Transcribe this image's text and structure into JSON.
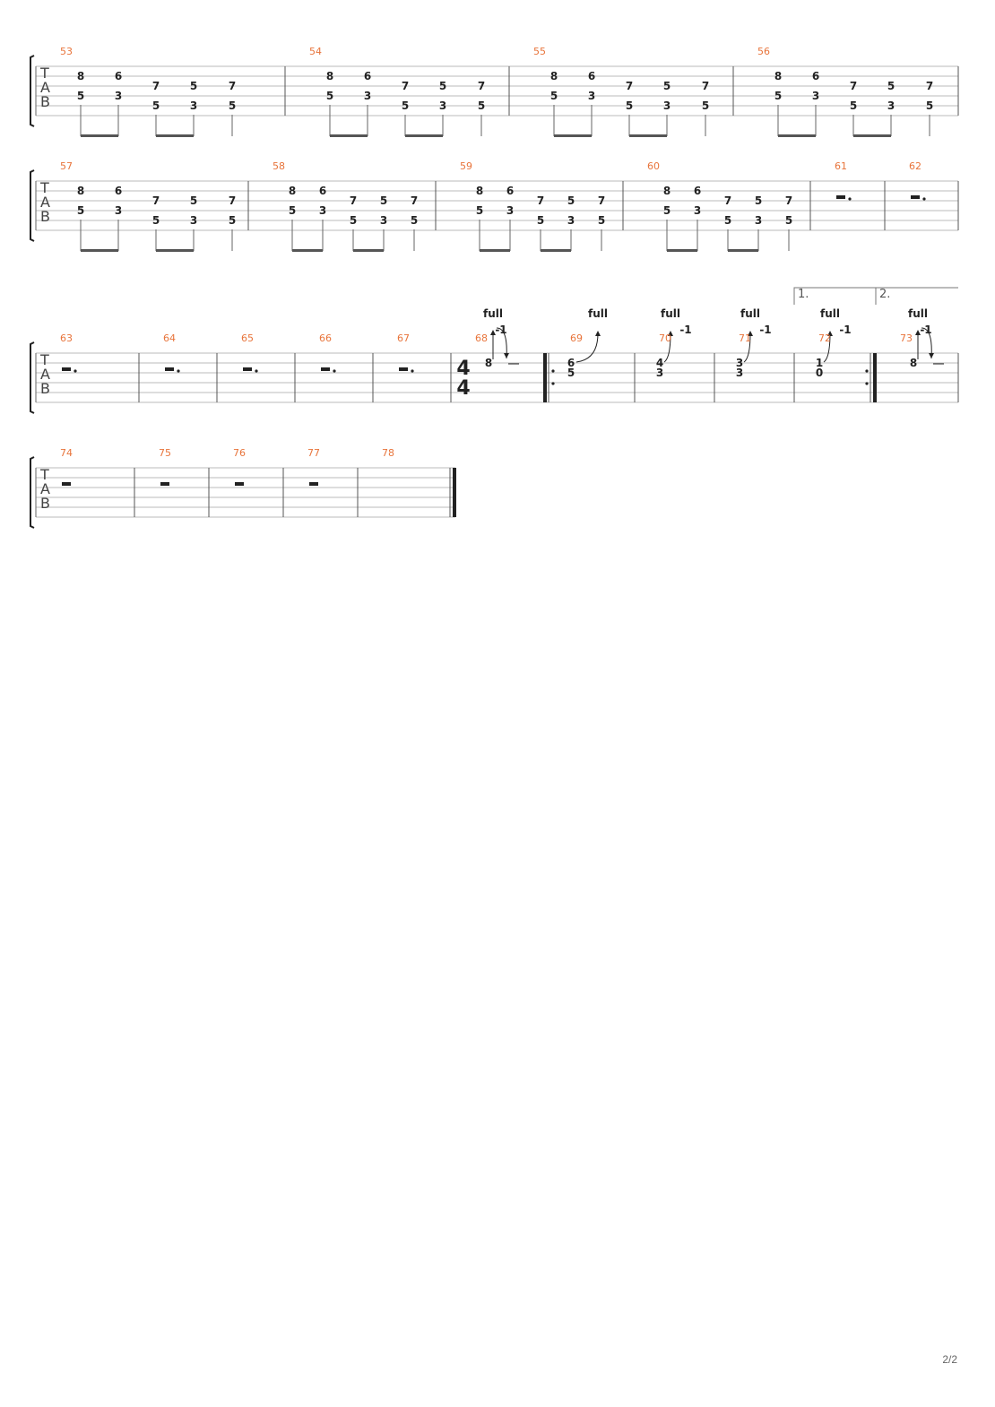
{
  "page": {
    "number": "2/2"
  },
  "tab_clef": [
    "T",
    "A",
    "B"
  ],
  "time_signature": {
    "numerator": "4",
    "denominator": "4",
    "at_measure": "68"
  },
  "voltas": [
    {
      "label": "1.",
      "measure": "72"
    },
    {
      "label": "2.",
      "measure": "73"
    }
  ],
  "repeat": {
    "start_measure": "69",
    "end_measure": "72"
  },
  "riff_pattern": {
    "note_value": "eighth",
    "notes": [
      {
        "string": 2,
        "fret": "8"
      },
      {
        "string": 4,
        "fret": "5"
      },
      {
        "string": 2,
        "fret": "6"
      },
      {
        "string": 4,
        "fret": "3"
      },
      {
        "string": 3,
        "fret": "7"
      },
      {
        "string": 5,
        "fret": "5"
      },
      {
        "string": 3,
        "fret": "5"
      },
      {
        "string": 5,
        "fret": "3"
      },
      {
        "string": 3,
        "fret": "7"
      },
      {
        "string": 5,
        "fret": "5"
      }
    ]
  },
  "systems": [
    {
      "measures": [
        {
          "number": "53",
          "content": "riff"
        },
        {
          "number": "54",
          "content": "riff"
        },
        {
          "number": "55",
          "content": "riff"
        },
        {
          "number": "56",
          "content": "riff"
        }
      ]
    },
    {
      "measures": [
        {
          "number": "57",
          "content": "riff"
        },
        {
          "number": "58",
          "content": "riff"
        },
        {
          "number": "59",
          "content": "riff"
        },
        {
          "number": "60",
          "content": "riff"
        },
        {
          "number": "61",
          "content": "rest",
          "rest": "dotted-half"
        },
        {
          "number": "62",
          "content": "rest",
          "rest": "dotted-half"
        }
      ]
    },
    {
      "measures": [
        {
          "number": "63",
          "content": "rest",
          "rest": "dotted-half"
        },
        {
          "number": "64",
          "content": "rest",
          "rest": "dotted-half"
        },
        {
          "number": "65",
          "content": "rest",
          "rest": "dotted-half"
        },
        {
          "number": "66",
          "content": "rest",
          "rest": "dotted-half"
        },
        {
          "number": "67",
          "content": "rest",
          "rest": "dotted-half"
        },
        {
          "number": "68",
          "content": "bend",
          "notes": [
            {
              "string": 2,
              "fret": "8"
            }
          ],
          "bend": {
            "label": "full",
            "release": "-1",
            "type": "bend-release"
          }
        },
        {
          "number": "69",
          "content": "bend",
          "notes": [
            {
              "string": 2,
              "fret": "6"
            },
            {
              "string": 3,
              "fret": "5"
            }
          ],
          "bend": {
            "label": "full",
            "type": "bend"
          }
        },
        {
          "number": "70",
          "content": "bend",
          "notes": [
            {
              "string": 2,
              "fret": "4"
            },
            {
              "string": 3,
              "fret": "3"
            }
          ],
          "bend": {
            "label": "full",
            "release": "-1",
            "type": "bend-hold"
          }
        },
        {
          "number": "71",
          "content": "bend",
          "notes": [
            {
              "string": 2,
              "fret": "3"
            },
            {
              "string": 3,
              "fret": "3"
            }
          ],
          "bend": {
            "label": "full",
            "release": "-1",
            "type": "bend-hold"
          }
        },
        {
          "number": "72",
          "content": "bend",
          "notes": [
            {
              "string": 2,
              "fret": "1"
            },
            {
              "string": 3,
              "fret": "0"
            }
          ],
          "bend": {
            "label": "full",
            "release": "-1",
            "type": "bend-hold"
          }
        },
        {
          "number": "73",
          "content": "bend",
          "notes": [
            {
              "string": 2,
              "fret": "8"
            }
          ],
          "bend": {
            "label": "full",
            "release": "-1",
            "type": "bend-release"
          }
        }
      ]
    },
    {
      "measures": [
        {
          "number": "74",
          "content": "rest",
          "rest": "half"
        },
        {
          "number": "75",
          "content": "rest",
          "rest": "half"
        },
        {
          "number": "76",
          "content": "rest",
          "rest": "half"
        },
        {
          "number": "77",
          "content": "rest",
          "rest": "half"
        },
        {
          "number": "78",
          "content": "empty"
        }
      ]
    }
  ],
  "colors": {
    "measure_number": "#e8743b",
    "staff_line": "#bbbbbb",
    "ink": "#222222"
  }
}
